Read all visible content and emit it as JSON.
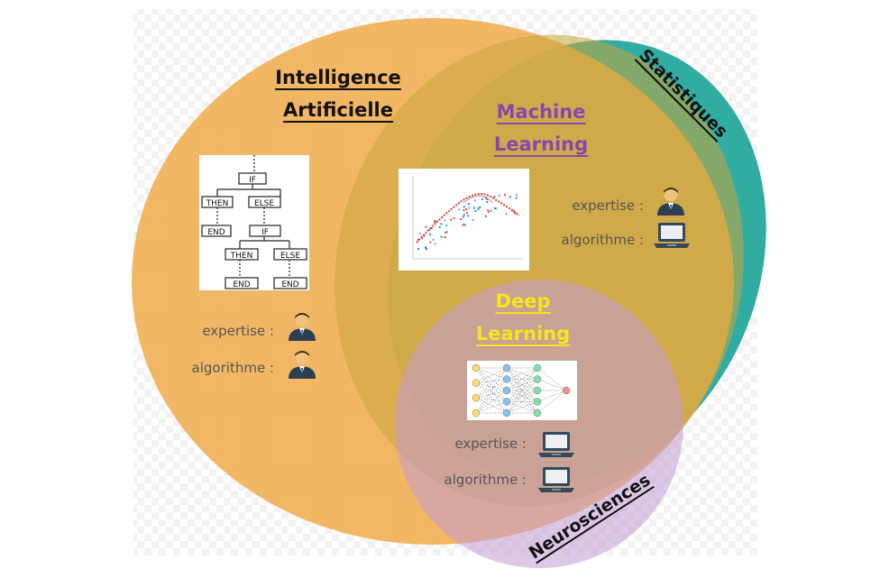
{
  "colors": {
    "ai": "#f0ad4e",
    "stats": "#26a89c",
    "ml": "#c9a53c",
    "neuro": "#c39bd3",
    "dl": "#b07d6d",
    "ml_title": "#8e44ad",
    "dl_title": "#f5e71b",
    "dark_text": "#111111",
    "person_icon": "#2c3e50",
    "laptop_icon": "#34495e"
  },
  "circles": {
    "ai": {
      "title_line1": "Intelligence",
      "title_line2": "Artificielle"
    },
    "ml": {
      "title_line1": "Machine",
      "title_line2": "Learning"
    },
    "dl": {
      "title_line1": "Deep",
      "title_line2": "Learning"
    },
    "stats": {
      "title": "Statistiques"
    },
    "neuro": {
      "title": "Neurosciences"
    }
  },
  "rows": {
    "ai": [
      {
        "label": "expertise :",
        "icon": "person-icon"
      },
      {
        "label": "algorithme :",
        "icon": "person-icon"
      }
    ],
    "ml": [
      {
        "label": "expertise :",
        "icon": "person-icon"
      },
      {
        "label": "algorithme :",
        "icon": "laptop-icon"
      }
    ],
    "dl": [
      {
        "label": "expertise :",
        "icon": "laptop-icon"
      },
      {
        "label": "algorithme :",
        "icon": "laptop-icon"
      }
    ]
  },
  "flowchart": {
    "if_1": "IF",
    "then_1": "THEN",
    "else_1": "ELSE",
    "end_1": "END",
    "if_2": "IF",
    "then_2": "THEN",
    "else_2": "ELSE",
    "end_2": "END",
    "end_3": "END"
  }
}
